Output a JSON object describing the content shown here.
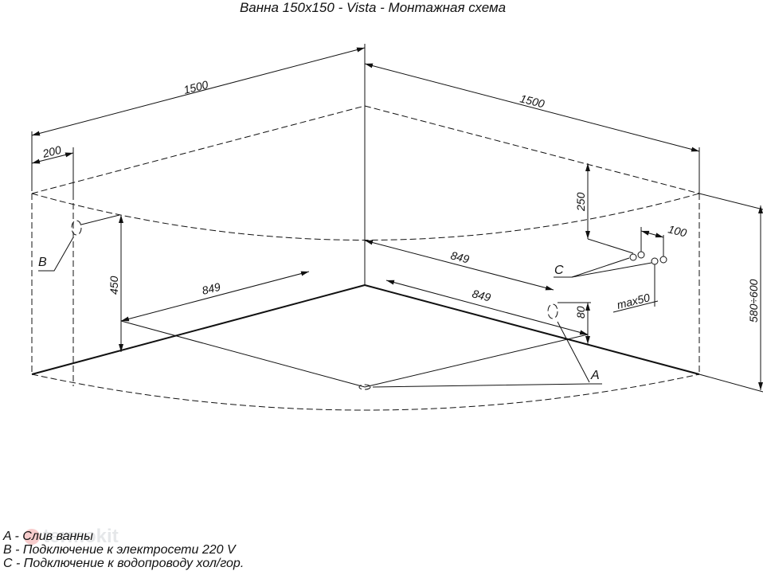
{
  "title": "Ванна 150x150 - Vista - Монтажная схема",
  "dimensions": {
    "width_left": "1500",
    "width_right": "1500",
    "offset_b": "200",
    "height_b": "450",
    "diag_left": "849",
    "diag_right_top": "849",
    "diag_right": "849",
    "height_c": "250",
    "spacing_c": "100",
    "max_c": "max50",
    "height_a": "80",
    "total_height": "580÷600"
  },
  "markers": {
    "a": "A",
    "b": "B",
    "c": "C"
  },
  "legend": [
    "A - Слив ванны",
    "B - Подключение к электросети 220 V",
    "C - Подключение к водопроводу хол/гор."
  ],
  "watermark": "termokit"
}
